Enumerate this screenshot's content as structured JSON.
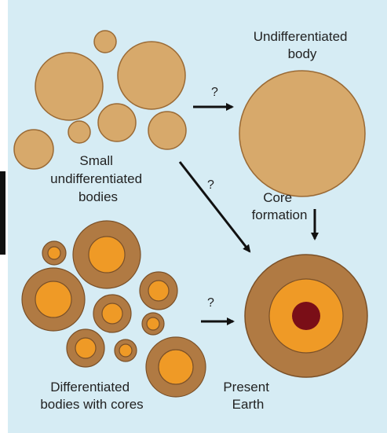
{
  "labels": {
    "small_bodies": [
      "Small",
      "undifferentiated",
      "bodies"
    ],
    "undiff_body": [
      "Undifferentiated",
      "body"
    ],
    "core_formation": [
      "Core",
      "formation"
    ],
    "diff_bodies": [
      "Differentiated",
      "bodies with cores"
    ],
    "present_earth": [
      "Present",
      "Earth"
    ],
    "question_mark": "?"
  },
  "colors": {
    "background": "#d6ecf4",
    "undifferentiated_fill": "#d7a96b",
    "mantle_fill": "#b07a43",
    "core_fill": "#ef9a26",
    "inner_core_fill": "#7a0e17",
    "outline": "#9a6a35",
    "arrow": "#111111"
  }
}
